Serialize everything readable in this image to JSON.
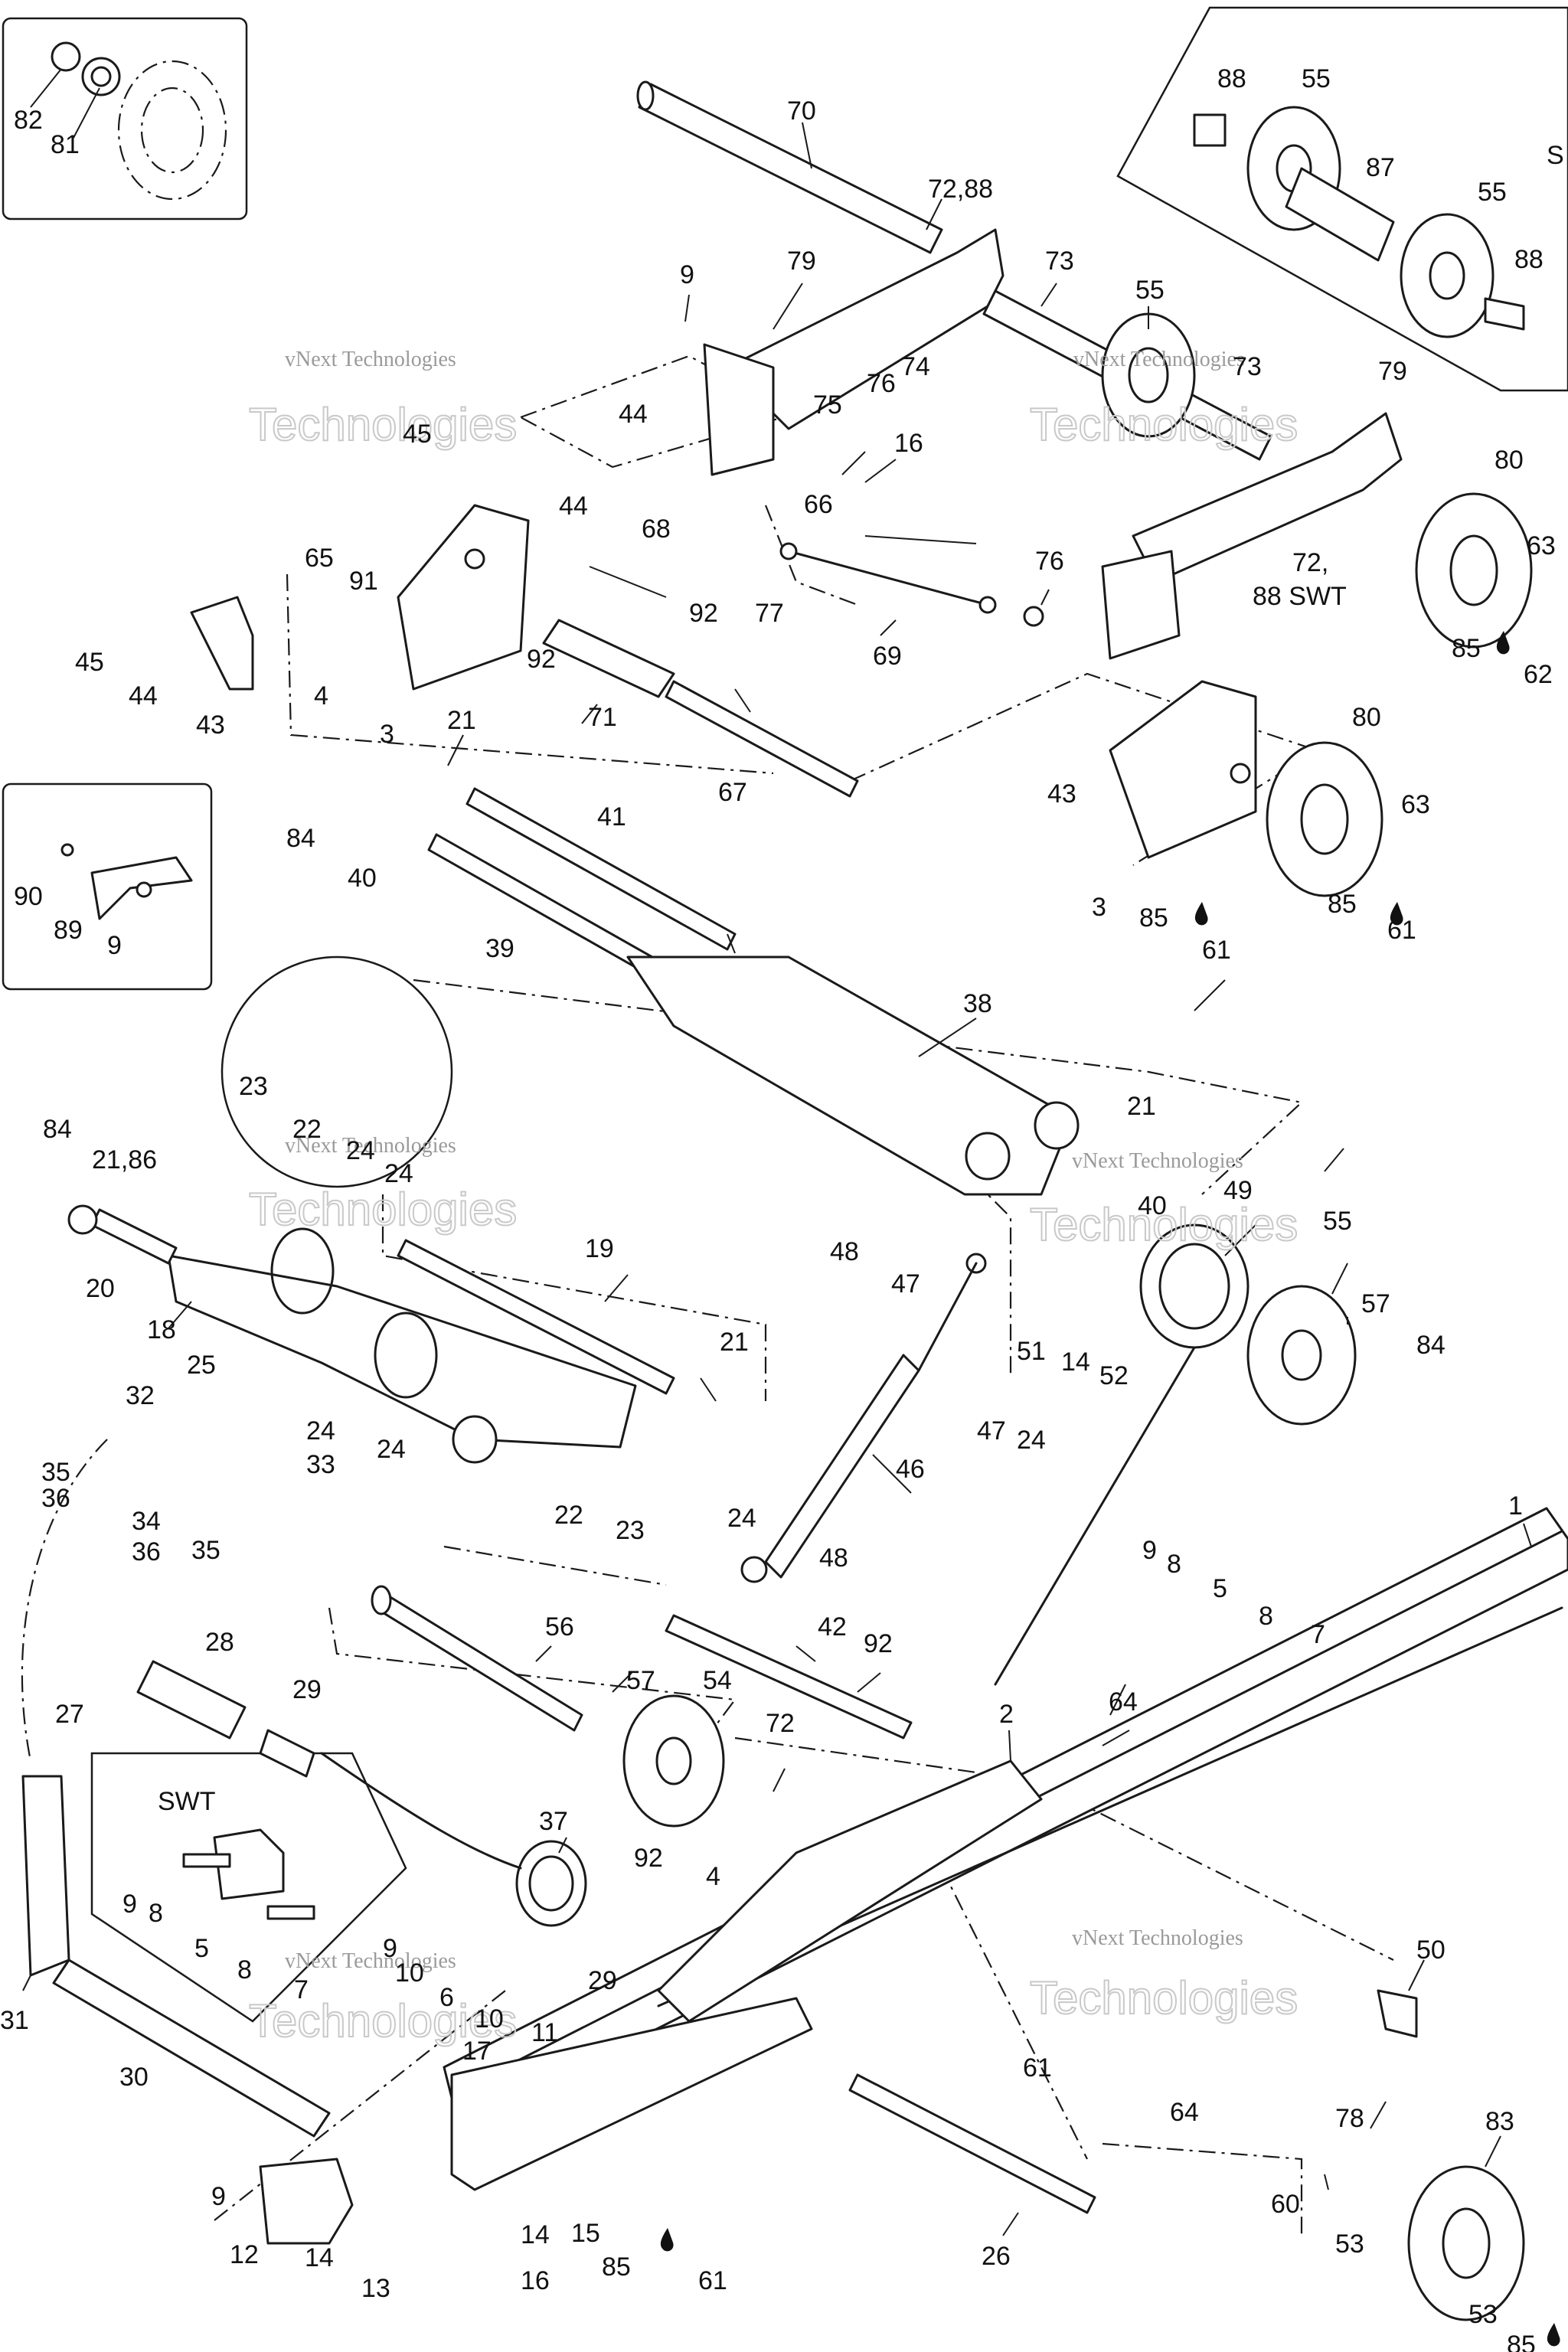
{
  "callouts": {
    "c82": "82",
    "c81": "81",
    "c70": "70",
    "c72_88": "72,88",
    "c79a": "79",
    "c9a": "9",
    "c73a": "73",
    "c55a": "55",
    "c73b": "73",
    "c74": "74",
    "c75": "75",
    "c76a": "76",
    "c44a": "44",
    "c16a": "16",
    "c66": "66",
    "c45a": "45",
    "c44b": "44",
    "c68": "68",
    "c65": "65",
    "c91": "91",
    "c92a": "92",
    "c77": "77",
    "c69": "69",
    "c76b": "76",
    "c45b": "45",
    "c44c": "44",
    "c4a": "4",
    "c92b": "92",
    "c43a": "43",
    "c3a": "3",
    "c71": "71",
    "c21a": "21",
    "c67": "67",
    "c88a": "88",
    "c55b": "55",
    "c87": "87",
    "c55c": "55",
    "c88b": "88",
    "c79b": "79",
    "c80a": "80",
    "c63a": "63",
    "c72b": "72,",
    "c88swt": "88 SWT",
    "c85a": "85",
    "c62": "62",
    "c84a": "84",
    "c40a": "40",
    "c41": "41",
    "c39": "39",
    "c90": "90",
    "c89": "89",
    "c9b": "9",
    "c80b": "80",
    "c43b": "43",
    "c63b": "63",
    "c3b": "3",
    "c85b": "85",
    "c61a": "61",
    "c85c": "85",
    "c61b": "61",
    "c38": "38",
    "c23a": "23",
    "c22a": "22",
    "c24a": "24",
    "c84b": "84",
    "c21_86": "21,86",
    "c24b": "24",
    "c20": "20",
    "c18": "18",
    "c19": "19",
    "c21b": "21",
    "c21c": "21",
    "c49": "49",
    "c40b": "40",
    "c55d": "55",
    "c57a": "57",
    "c84c": "84",
    "c48a": "48",
    "c47a": "47",
    "c51": "51",
    "c14a": "14",
    "c52": "52",
    "c47b": "47",
    "c24c": "24",
    "c25": "25",
    "c32": "32",
    "c24d": "24",
    "c33": "33",
    "c24e": "24",
    "c35a": "35",
    "c36a": "36",
    "c34": "34",
    "c36b": "36",
    "c35b": "35",
    "c22b": "22",
    "c23b": "23",
    "c46": "46",
    "c24f": "24",
    "c48b": "48",
    "c1": "1",
    "c9c": "9",
    "c8a": "8",
    "c5a": "5",
    "c8b": "8",
    "c7a": "7",
    "c56": "56",
    "c42": "42",
    "c92c": "92",
    "c57b": "57",
    "c54": "54",
    "c28": "28",
    "c27": "27",
    "c29a": "29",
    "c72c": "72",
    "c2": "2",
    "c64a": "64",
    "c37": "37",
    "c92d": "92",
    "c4b": "4",
    "c9d": "9",
    "c8c": "8",
    "c5b": "5",
    "c8d": "8",
    "c7b": "7",
    "c9e": "9",
    "c10a": "10",
    "c6": "6",
    "c10b": "10",
    "c11": "11",
    "c29b": "29",
    "c31": "31",
    "c30": "30",
    "c17": "17",
    "c61c": "61",
    "c50": "50",
    "c64b": "64",
    "c78": "78",
    "c83": "83",
    "c60": "60",
    "c53a": "53",
    "c53b": "53",
    "c85d": "85",
    "c9f": "9",
    "c12": "12",
    "c14b": "14",
    "c13": "13",
    "c14c": "14",
    "c16b": "16",
    "c15": "15",
    "c85e": "85",
    "c61d": "61",
    "c26": "26"
  },
  "labels": {
    "swt_inset": "SWT",
    "swt_top": "S"
  },
  "watermark": {
    "line1": "vNext Technologies",
    "line2": "Technologies"
  }
}
